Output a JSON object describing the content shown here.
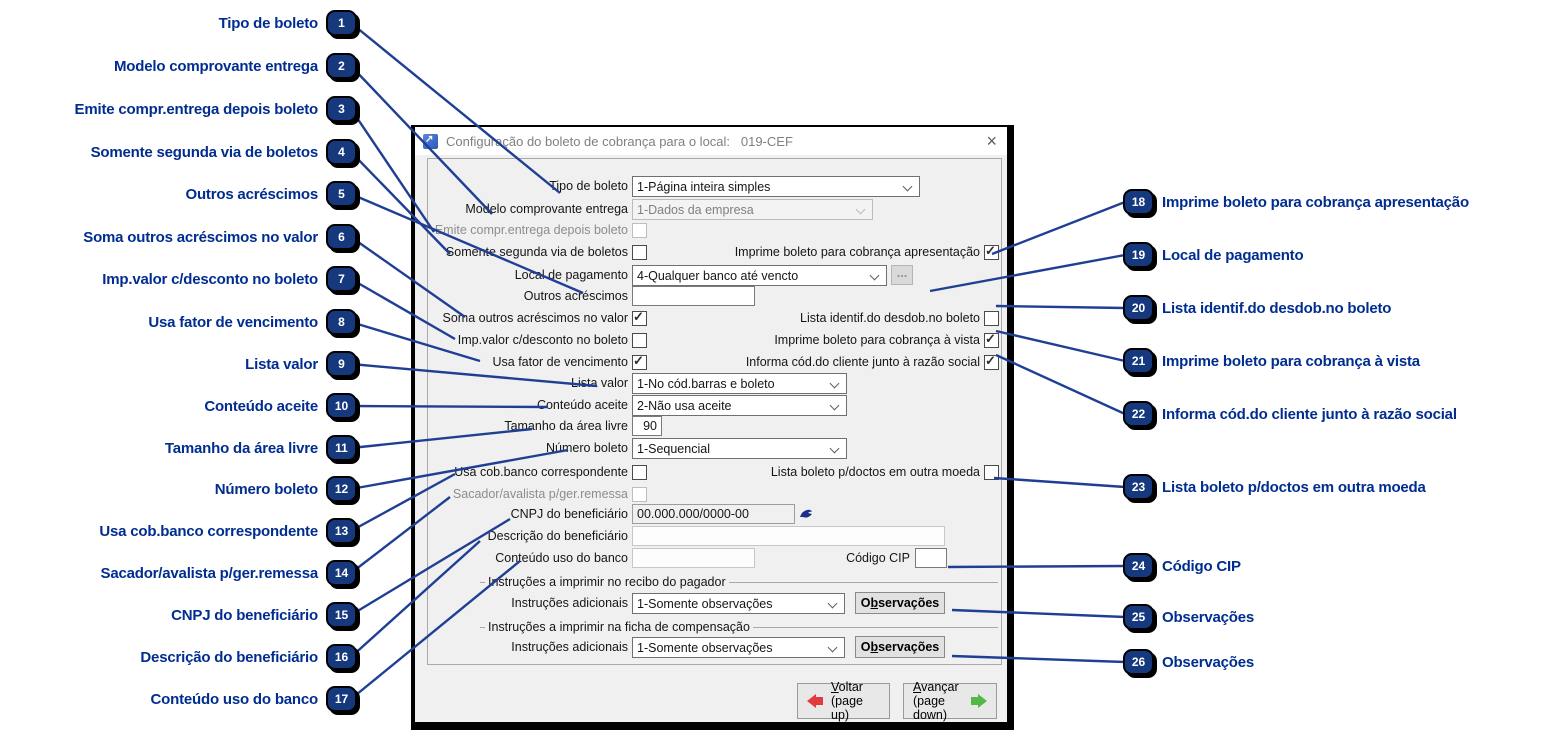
{
  "callouts": {
    "left": [
      {
        "n": "1",
        "label": "Tipo de boleto"
      },
      {
        "n": "2",
        "label": "Modelo comprovante entrega"
      },
      {
        "n": "3",
        "label": "Emite compr.entrega depois boleto"
      },
      {
        "n": "4",
        "label": "Somente segunda via de boletos"
      },
      {
        "n": "5",
        "label": "Outros acréscimos"
      },
      {
        "n": "6",
        "label": "Soma outros acréscimos no valor"
      },
      {
        "n": "7",
        "label": "Imp.valor c/desconto no boleto"
      },
      {
        "n": "8",
        "label": "Usa fator de vencimento"
      },
      {
        "n": "9",
        "label": "Lista valor"
      },
      {
        "n": "10",
        "label": "Conteúdo aceite"
      },
      {
        "n": "11",
        "label": "Tamanho da área livre"
      },
      {
        "n": "12",
        "label": "Número boleto"
      },
      {
        "n": "13",
        "label": "Usa cob.banco correspondente"
      },
      {
        "n": "14",
        "label": "Sacador/avalista p/ger.remessa"
      },
      {
        "n": "15",
        "label": "CNPJ do beneficiário"
      },
      {
        "n": "16",
        "label": "Descrição do beneficiário"
      },
      {
        "n": "17",
        "label": "Conteúdo uso do banco"
      }
    ],
    "right": [
      {
        "n": "18",
        "label": "Imprime boleto para cobrança apresentação"
      },
      {
        "n": "19",
        "label": "Local de pagamento"
      },
      {
        "n": "20",
        "label": "Lista identif.do desdob.no boleto"
      },
      {
        "n": "21",
        "label": "Imprime boleto para cobrança à vista"
      },
      {
        "n": "22",
        "label": "Informa cód.do cliente junto à razão social"
      },
      {
        "n": "23",
        "label": "Lista boleto p/doctos em outra moeda"
      },
      {
        "n": "24",
        "label": "Código CIP"
      },
      {
        "n": "25",
        "label": "Observações"
      },
      {
        "n": "26",
        "label": "Observações"
      }
    ]
  },
  "dialog": {
    "title": "Configuração do boleto de cobrança para o local:   019-CEF",
    "close_glyph": "×",
    "form": {
      "tipo_boleto": {
        "label": "Tipo de boleto",
        "value": "1-Página inteira simples"
      },
      "modelo_comprovante": {
        "label": "Modelo comprovante entrega",
        "value": "1-Dados da empresa",
        "disabled": true
      },
      "emite_compr": {
        "label": "Emite compr.entrega depois boleto",
        "checked": false,
        "disabled": true
      },
      "somente_segunda": {
        "label": "Somente segunda via de boletos",
        "checked": false
      },
      "imprime_apresentacao": {
        "label": "Imprime boleto para cobrança apresentação",
        "checked": true
      },
      "local_pagamento": {
        "label": "Local de pagamento",
        "value": "4-Qualquer banco até vencto",
        "browse": "..."
      },
      "outros_acrescimos": {
        "label": "Outros acréscimos",
        "value": ""
      },
      "soma_outros": {
        "label": "Soma outros acréscimos no valor",
        "checked": true
      },
      "lista_identif": {
        "label": "Lista identif.do desdob.no boleto",
        "checked": false
      },
      "imp_valor_desconto": {
        "label": "Imp.valor c/desconto no boleto",
        "checked": false
      },
      "imprime_vista": {
        "label": "Imprime boleto para cobrança à vista",
        "checked": true
      },
      "usa_fator": {
        "label": "Usa fator de vencimento",
        "checked": true
      },
      "informa_cod_cliente": {
        "label": "Informa cód.do cliente junto à razão social",
        "checked": true
      },
      "lista_valor": {
        "label": "Lista valor",
        "value": "1-No cód.barras e boleto"
      },
      "conteudo_aceite": {
        "label": "Conteúdo aceite",
        "value": "2-Não usa aceite"
      },
      "tamanho_area_livre": {
        "label": "Tamanho da área livre",
        "value": "90"
      },
      "numero_boleto": {
        "label": "Número boleto",
        "value": "1-Sequencial"
      },
      "usa_cob_banco": {
        "label": "Usa cob.banco correspondente",
        "checked": false
      },
      "lista_boleto_moeda": {
        "label": "Lista boleto p/doctos em outra moeda",
        "checked": false
      },
      "sacador_avalista": {
        "label": "Sacador/avalista p/ger.remessa",
        "checked": false,
        "disabled": true
      },
      "cnpj_beneficiario": {
        "label": "CNPJ do beneficiário",
        "value": "00.000.000/0000-00"
      },
      "descricao_beneficiario": {
        "label": "Descrição do beneficiário",
        "value": "",
        "disabled": true
      },
      "conteudo_uso_banco": {
        "label": "Conteúdo uso do banco",
        "value": "",
        "disabled": true
      },
      "codigo_cip": {
        "label": "Código CIP",
        "value": ""
      },
      "grupo_recibo": {
        "legend": "Instruções a imprimir no recibo do pagador",
        "instrucoes": {
          "label": "Instruções adicionais",
          "value": "1-Somente observações"
        },
        "button": {
          "before": "O",
          "key": "b",
          "after": "servações"
        }
      },
      "grupo_ficha": {
        "legend": "Instruções a imprimir na ficha de compensação",
        "instrucoes": {
          "label": "Instruções adicionais",
          "value": "1-Somente observações"
        },
        "button": {
          "before": "O",
          "key": "b",
          "after": "servações"
        }
      }
    },
    "nav": {
      "voltar": {
        "key": "V",
        "rest": "oltar",
        "line2": "(page up)"
      },
      "avancar": {
        "key": "A",
        "rest": "vançar",
        "line2": "(page down)"
      }
    }
  },
  "colors": {
    "callout_text": "#002D8F",
    "callout_line": "#1F3F94",
    "badge_bg": "#16397D",
    "badge_text": "#FFFFFF",
    "back_arrow": "#E23B3F",
    "forward_arrow": "#53B848",
    "title_icon_blue": "#2B56B4",
    "dialog_bg": "#F0F0F0"
  }
}
